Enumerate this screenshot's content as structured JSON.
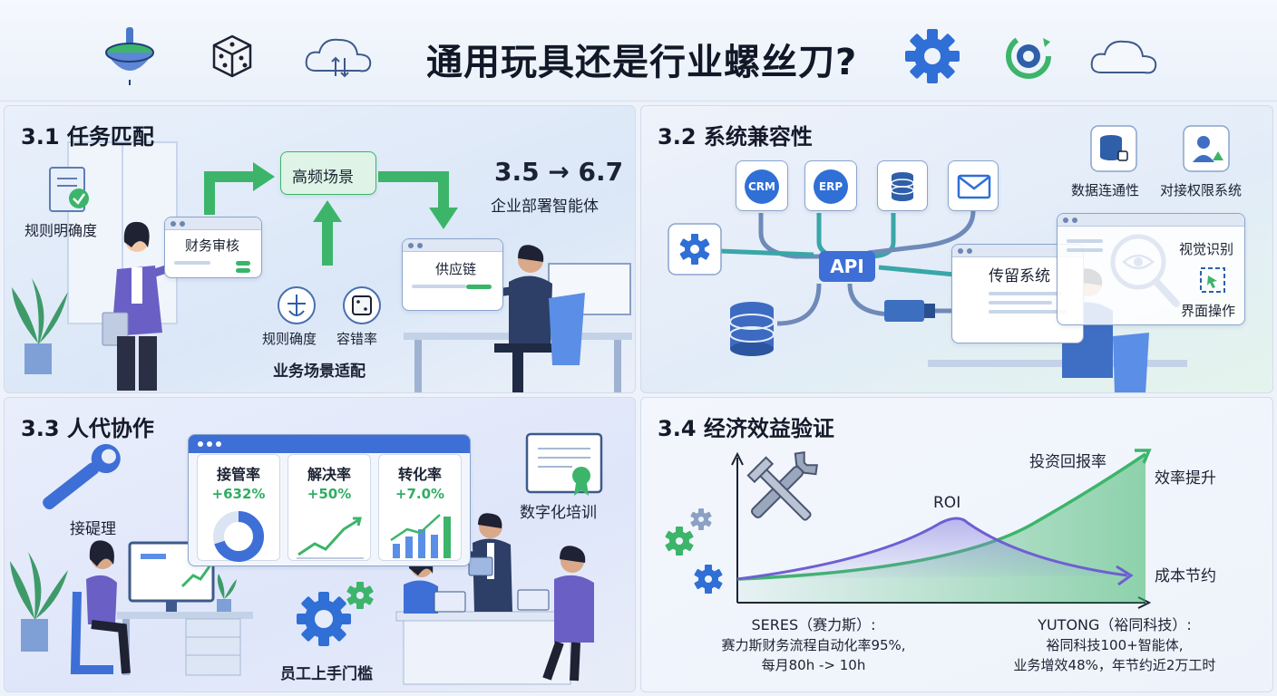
{
  "header": {
    "title": "通用玩具还是行业螺丝刀?",
    "icons": [
      "spinning-top-icon",
      "dice-icon",
      "cloud-sync-icon",
      "gear-icon",
      "refresh-gear-icon",
      "cloud-icon"
    ]
  },
  "colors": {
    "accent_green": "#3cb56a",
    "accent_blue": "#2f6fd6",
    "accent_purple": "#6e5fd1",
    "text": "#141a2a"
  },
  "panel1": {
    "title": "3.1 任务匹配",
    "rule_clarity": "规则明确度",
    "finance_audit": "财务审核",
    "high_freq": "高频场景",
    "supply_chain": "供应链",
    "stat": "3.5 → 6.7",
    "stat_caption": "企业部署智能体",
    "mini_label1": "规则确度",
    "mini_label2": "容错率",
    "scene_fit": "业务场景适配"
  },
  "panel2": {
    "title": "3.2 系统兼容性",
    "crm": "CRM",
    "erp": "ERP",
    "api": "API",
    "data_connectivity": "数据连通性",
    "permission_system": "对接权限系统",
    "legacy_system": "传留系统",
    "visual_recognition": "视觉识别",
    "ui_operation": "界面操作"
  },
  "panel3": {
    "title": "3.3 人代协作",
    "wrench_label": "接碮理",
    "training": "数字化培训",
    "onboarding": "员工上手门槛",
    "kpis": [
      {
        "label": "接管率",
        "value": "+632%"
      },
      {
        "label": "解决率",
        "value": "+50%"
      },
      {
        "label": "转化率",
        "value": "+7.0%"
      }
    ],
    "donut_fill": 0.7
  },
  "panel4": {
    "title": "3.4 经济效益验证",
    "roi_label": "投资回报率",
    "efficiency_label": "效率提升",
    "roi_peak": "ROI",
    "cost_label": "成本节约",
    "seres": {
      "name": "SERES（赛力斯）:",
      "line1": "赛力斯财务流程自动化率95%,",
      "line2": "每月80h -> 10h"
    },
    "yutong": {
      "name": "YUTONG（裕同科技）:",
      "line1": "裕同科技100+智能体,",
      "line2": "业务增效48%，年节约近2万工时"
    }
  }
}
